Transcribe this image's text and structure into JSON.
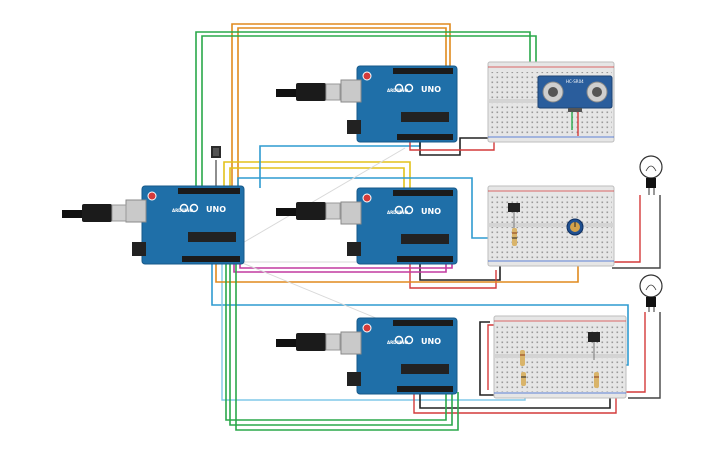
{
  "arduino": {
    "brand": "ARDUINO",
    "model": "UNO"
  },
  "sensor": {
    "model": "HC-SR04"
  },
  "colors": {
    "board": "#1f6fa8",
    "board_dark": "#175a8a",
    "breadboard": "#e6e6e6",
    "wire_orange": "#e08a1e",
    "wire_green": "#2aa84a",
    "wire_yellow": "#e3c21a",
    "wire_blue": "#2f9bd0",
    "wire_black": "#222222",
    "wire_red": "#d43a3a",
    "wire_magenta": "#c23aa0"
  },
  "components": {
    "arduinos": [
      "main-arduino",
      "top-arduino",
      "middle-arduino",
      "bottom-arduino"
    ],
    "breadboards": [
      "top-breadboard",
      "middle-breadboard",
      "bottom-breadboard"
    ],
    "extras": [
      "ultrasonic-sensor",
      "potentiometer",
      "push-button",
      "bulb-top",
      "bulb-bottom",
      "temperature-sensor-middle",
      "temperature-sensor-bottom"
    ]
  }
}
